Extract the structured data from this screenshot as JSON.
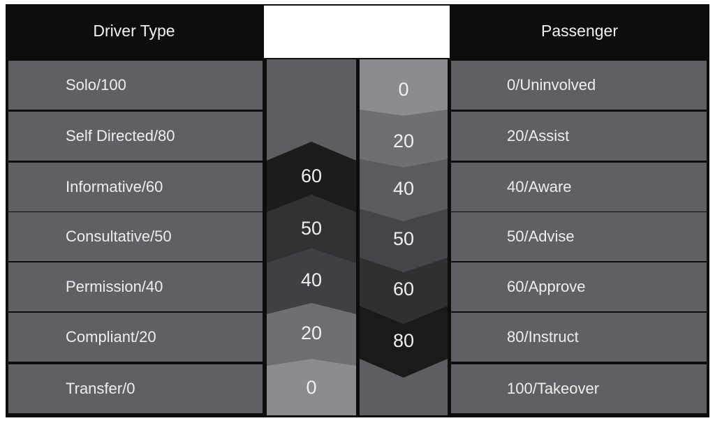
{
  "headers": {
    "left": "Driver Type",
    "right": "Passenger"
  },
  "driver_types": [
    "Solo/100",
    "Self Directed/80",
    "Informative/60",
    "Consultative/50",
    "Permission/40",
    "Compliant/20",
    "Transfer/0"
  ],
  "passenger_types": [
    "0/Uninvolved",
    "20/Assist",
    "40/Aware",
    "50/Advise",
    "60/Approve",
    "80/Instruct",
    "100/Takeover"
  ],
  "driver_levels": [
    "60",
    "50",
    "40",
    "20",
    "0"
  ],
  "passenger_levels": [
    "0",
    "20",
    "40",
    "50",
    "60",
    "80"
  ],
  "colors": {
    "background": "#0d0d0d",
    "row": "#5f6063",
    "header_text": "#f2f2f2"
  }
}
